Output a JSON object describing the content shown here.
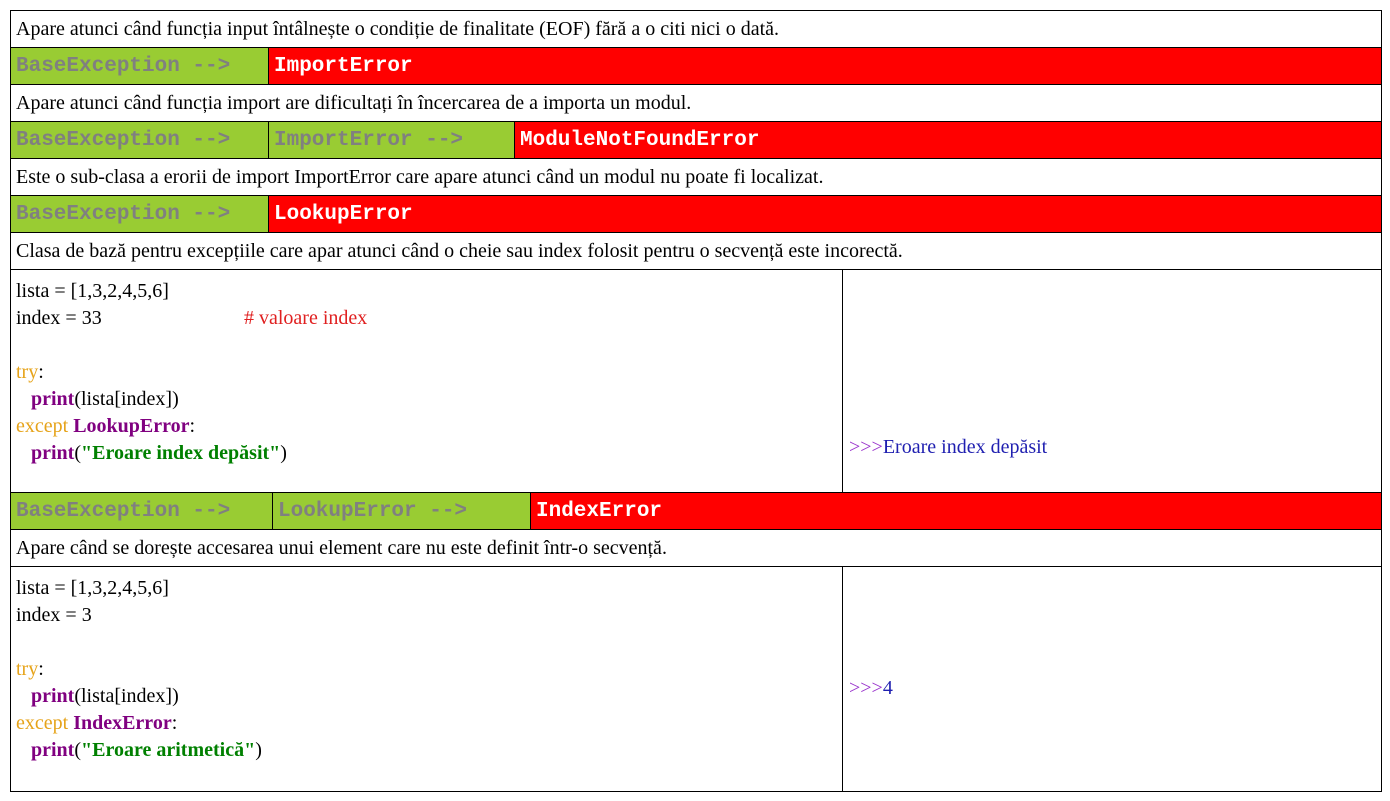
{
  "rows": [
    {
      "type": "text",
      "text": "Apare atunci când funcția input întâlnește o condiție de finalitate (EOF) fără a o citi nici o dată."
    },
    {
      "type": "hier",
      "cells": [
        "BaseException -->"
      ],
      "error": "ImportError"
    },
    {
      "type": "text",
      "text": "Apare atunci când funcția import are dificultați în încercarea de a importa un modul."
    },
    {
      "type": "hier",
      "cells": [
        "BaseException -->",
        "ImportError -->"
      ],
      "error": "ModuleNotFoundError"
    },
    {
      "type": "text",
      "text": "Este o sub-clasa a erorii de import ImportError care apare atunci când un modul nu poate fi localizat."
    },
    {
      "type": "hier",
      "cells": [
        "BaseException -->"
      ],
      "error": "LookupError"
    },
    {
      "type": "text",
      "text": "Clasa de bază pentru excepțiile care apar atunci când o cheie sau index folosit pentru o secvență este incorectă."
    },
    {
      "type": "code",
      "example": 1
    },
    {
      "type": "hier",
      "cells": [
        "BaseException -->",
        "LookupError -->"
      ],
      "error": "IndexError"
    },
    {
      "type": "text",
      "text": "Apare când se dorește accesarea unui element care nu este definit într-o secvență."
    },
    {
      "type": "code",
      "example": 2
    }
  ],
  "example1": {
    "line1": "lista = [1,3,2,4,5,6]",
    "line2_code": "index = 33",
    "line2_comment": "# valoare index",
    "try_kw": "try",
    "colon": ":",
    "print_fn": "print",
    "print_arg": "(lista[index])",
    "except_kw": "except",
    "exception": "LookupError",
    "message": "\"Eroare index depăsit\"",
    "prompt": ">>>",
    "output": "Eroare index depăsit"
  },
  "example2": {
    "line1": "lista = [1,3,2,4,5,6]",
    "line2_code": "index = 3",
    "try_kw": "try",
    "colon": ":",
    "print_fn": "print",
    "print_arg": "(lista[index])",
    "except_kw": "except",
    "exception": "IndexError",
    "message": "\"Eroare aritmetică\"",
    "prompt": ">>>",
    "output": "4"
  },
  "colors": {
    "green": "#99cc33",
    "red": "#ff0000",
    "keyword": "#e6a319",
    "builtin": "#800080",
    "string": "#008000",
    "comment": "#e02020",
    "prompt": "#9933cc",
    "output": "#1f1fb0"
  }
}
